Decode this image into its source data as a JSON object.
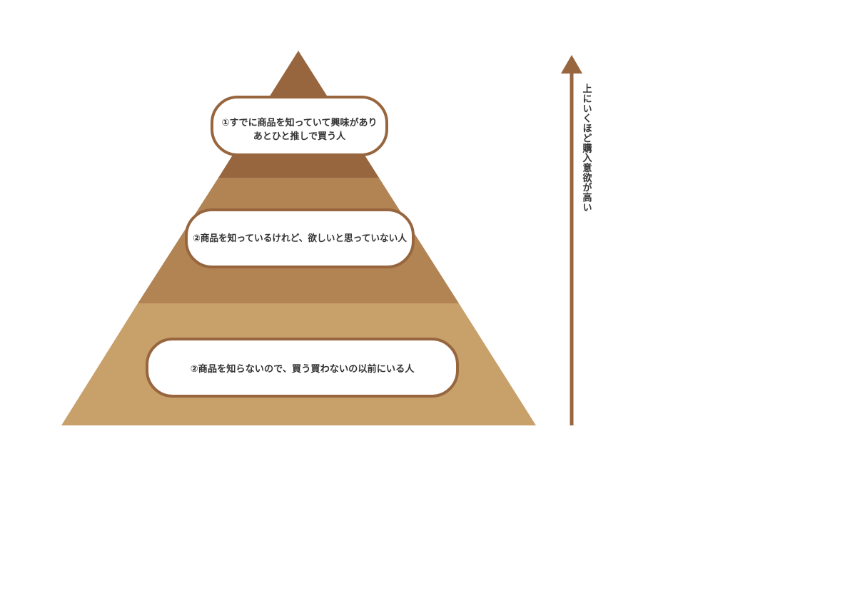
{
  "colors": {
    "tier_top": "#97663f",
    "tier_middle": "#b28453",
    "tier_bottom": "#c8a06a",
    "box_border": "#97663f",
    "box_fill": "#ffffff",
    "arrow": "#97663f",
    "text": "#333333"
  },
  "pyramid": {
    "tiers": [
      {
        "level": "top",
        "lines": [
          "①すでに商品を知っていて興味があり",
          "あとひと推しで買う人"
        ]
      },
      {
        "level": "middle",
        "lines": [
          "②商品を知っているけれど、欲しいと思っていない人"
        ]
      },
      {
        "level": "bottom",
        "lines": [
          "②商品を知らないので、買う買わないの以前にいる人"
        ]
      }
    ]
  },
  "axis": {
    "label": "上にいくほど購入意欲が高い",
    "direction": "up",
    "icon": "arrow-up-icon"
  }
}
